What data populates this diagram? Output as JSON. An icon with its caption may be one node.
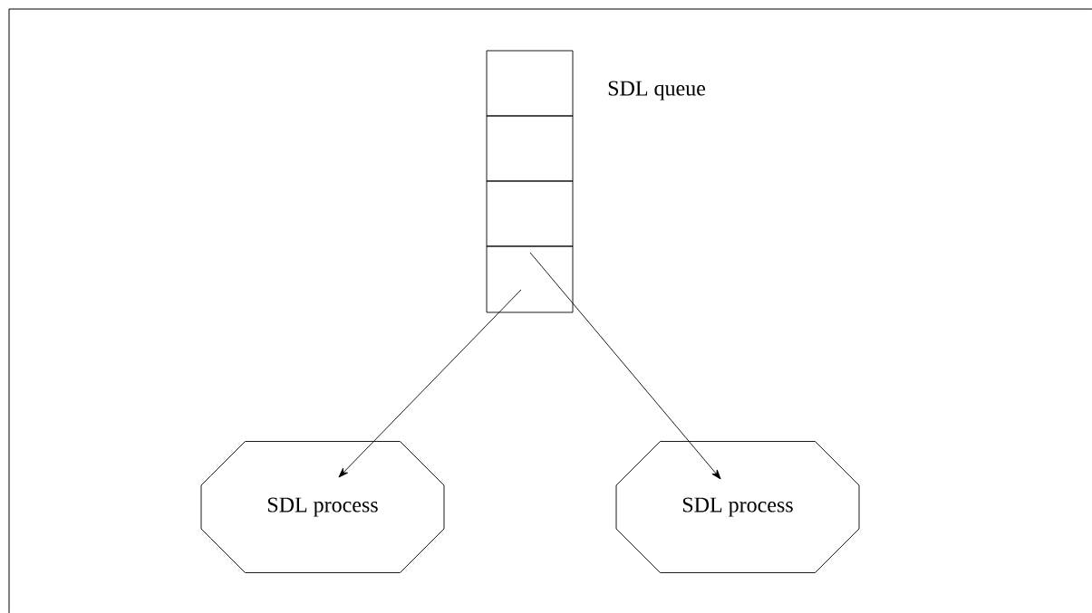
{
  "diagram": {
    "nodes": [
      {
        "text": [],
        "shape": "box"
      },
      {
        "text": [],
        "shape": "box"
      },
      {
        "text": [],
        "shape": "box"
      },
      {
        "text": [],
        "shape": "box"
      },
      {
        "text": [
          "SDL process"
        ]
      },
      {
        "text": [
          "SDL process"
        ]
      }
    ],
    "edges": [
      {
        "from": 3,
        "to": 4,
        "arrow": "to"
      },
      {
        "from": 3,
        "to": 5,
        "arrow": "to"
      }
    ],
    "labels": [
      "SDL queue"
    ]
  }
}
